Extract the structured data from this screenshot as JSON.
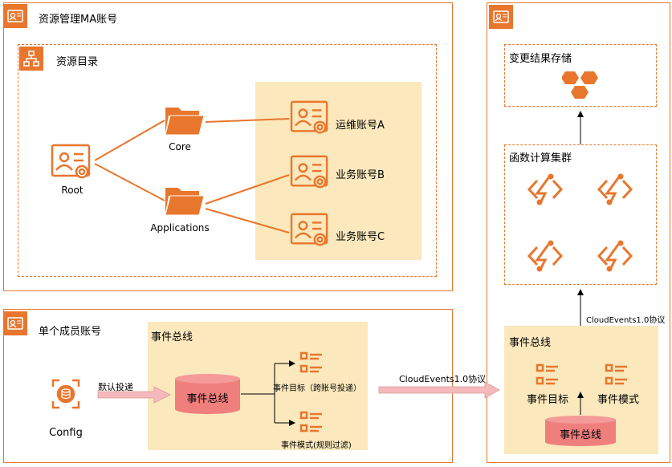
{
  "top_left_panel": {
    "title": "资源管理MA账号"
  },
  "resource_directory": {
    "title": "资源目录",
    "root_label": "Root",
    "folders": [
      "Core",
      "Applications"
    ],
    "accounts": [
      "运维账号A",
      "业务账号B",
      "业务账号C"
    ]
  },
  "bottom_left_panel": {
    "title": "单个成员账号",
    "config_label": "Config",
    "arrow_label": "默认投递",
    "event_bus_area_title": "事件总线",
    "event_bus_label": "事件总线",
    "event_target_label": "事件目标（跨账号投递）",
    "event_pattern_label": "事件模式(规则过滤)"
  },
  "connector_label": "CloudEvents1.0协议",
  "right_panel": {
    "storage_title": "变更结果存储",
    "compute_title": "函数计算集群",
    "up_arrow_label": "CloudEvents1.0协议",
    "event_bus_area_title": "事件总线",
    "event_target_label": "事件目标",
    "event_pattern_label": "事件模式",
    "event_bus_label": "事件总线"
  },
  "colors": {
    "accent": "#e8762d",
    "area": "#fbe8bd",
    "cylinder": "#ef7f7d",
    "arrow": "#f5b9bb"
  }
}
